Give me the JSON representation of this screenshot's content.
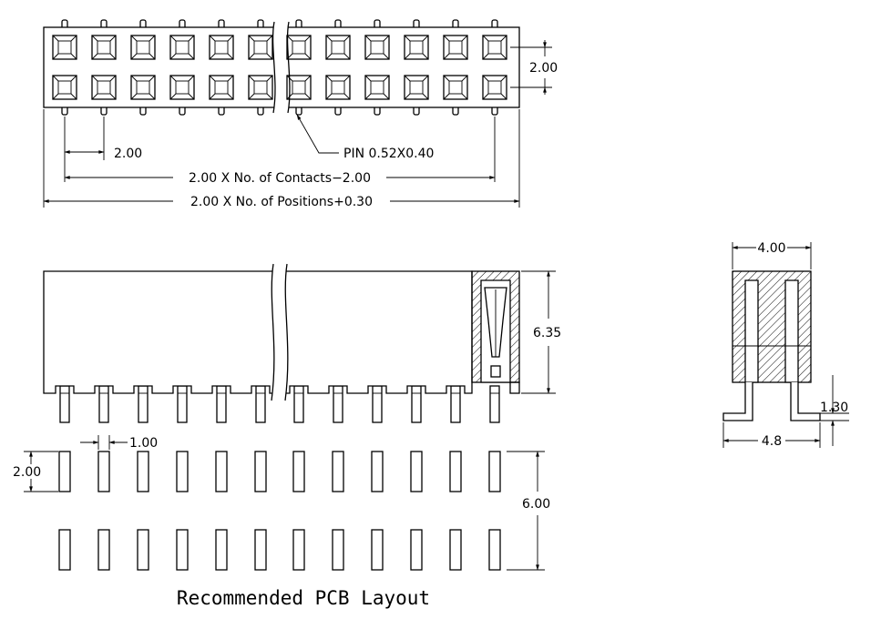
{
  "top_view": {
    "pitch_x": "2.00",
    "pitch_y": "2.00",
    "pin_note": "PIN  0.52X0.40",
    "contacts_dim": "2.00  X  No.  of  Contacts−2.00",
    "positions_dim": "2.00  X  No.  of  Positions+0.30"
  },
  "front_view": {
    "height": "6.35"
  },
  "side_view": {
    "width": "4.00",
    "lead_height": "1.30",
    "footprint_width": "4.8"
  },
  "pcb_layout": {
    "pad_width": "1.00",
    "pad_length": "2.00",
    "row_spacing": "6.00",
    "title": "Recommended PCB Layout"
  }
}
